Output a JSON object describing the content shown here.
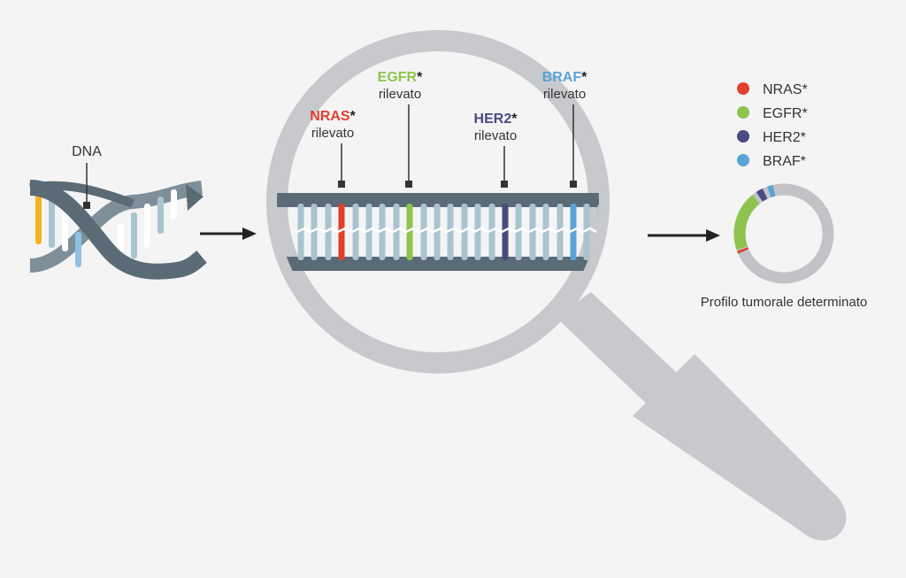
{
  "dna_label": "DNA",
  "detected_word": "rilevato",
  "asterisk": "*",
  "markers": [
    {
      "gene": "NRAS",
      "color": "#e0402c"
    },
    {
      "gene": "EGFR",
      "color": "#8dc44e"
    },
    {
      "gene": "HER2",
      "color": "#4a4a82"
    },
    {
      "gene": "BRAF",
      "color": "#5aa3d6"
    }
  ],
  "legend": [
    {
      "label": "NRAS*",
      "color": "#e0402c"
    },
    {
      "label": "EGFR*",
      "color": "#8dc44e"
    },
    {
      "label": "HER2*",
      "color": "#4a4a82"
    },
    {
      "label": "BRAF*",
      "color": "#5aa3d6"
    }
  ],
  "result_caption": "Profilo tumorale determinato",
  "colors": {
    "backbone": "#5a6b76",
    "rung": "#a9c4cf",
    "magnifier": "#c8c9cd",
    "ring_base": "#c3c3c7",
    "arrow": "#222222"
  }
}
